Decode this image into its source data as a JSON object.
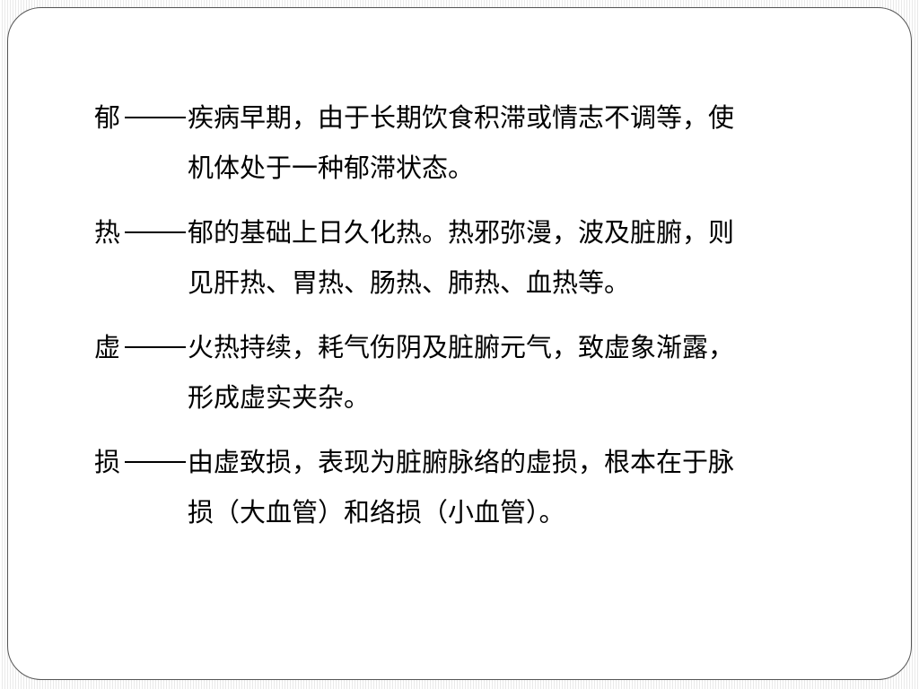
{
  "entries": [
    {
      "term": "郁",
      "line1": "疾病早期，由于长期饮食积滞或情志不调等，使",
      "line2": "机体处于一种郁滞状态。"
    },
    {
      "term": "热",
      "line1": "郁的基础上日久化热。热邪弥漫，波及脏腑，则",
      "line2": "见肝热、胃热、肠热、肺热、血热等。"
    },
    {
      "term": "虚",
      "line1": "火热持续，耗气伤阴及脏腑元气，致虚象渐露，",
      "line2": "形成虚实夹杂。"
    },
    {
      "term": "损",
      "line1": "由虚致损，表现为脏腑脉络的虚损，根本在于脉",
      "line2": "损（大血管）和络损（小血管）。"
    }
  ]
}
